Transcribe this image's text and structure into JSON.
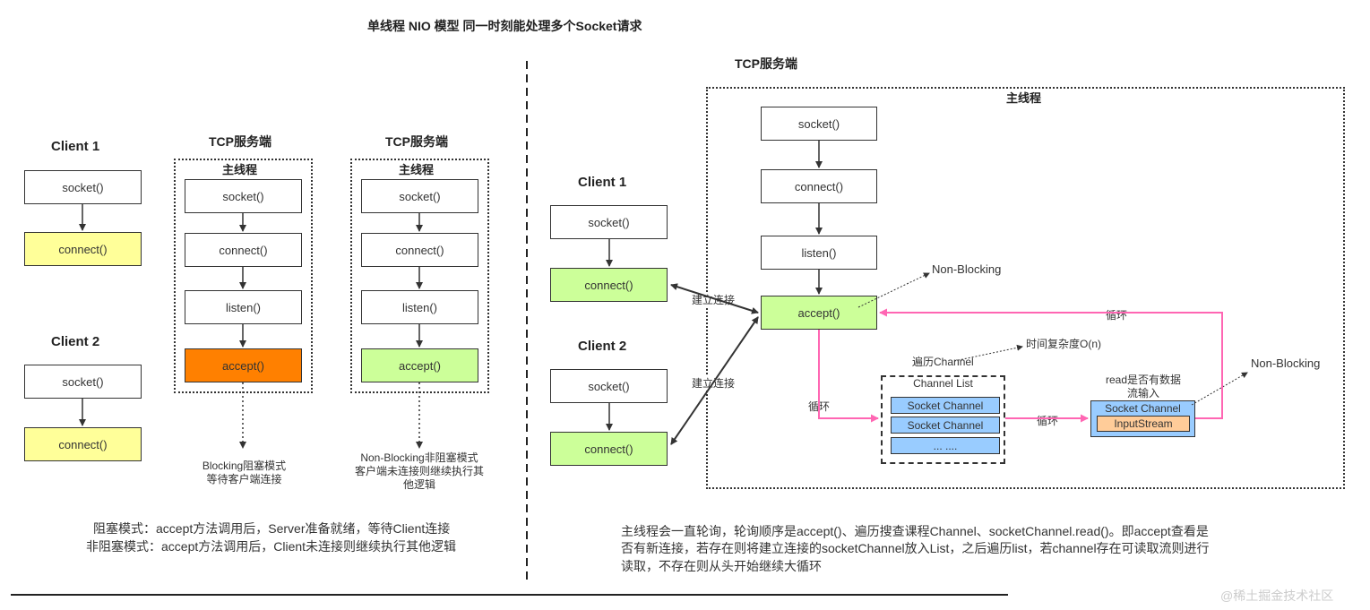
{
  "page_title": "单线程 NIO 模型 同一时刻能处理多个Socket请求",
  "left": {
    "client1_title": "Client 1",
    "client2_title": "Client 2",
    "client_boxes": [
      "socket()",
      "connect()"
    ],
    "server_a_title": "TCP服务端",
    "server_b_title": "TCP服务端",
    "main_thread": "主线程",
    "server_boxes": [
      "socket()",
      "connect()",
      "listen()",
      "accept()"
    ],
    "blocking_note_1": "Blocking阻塞模式",
    "blocking_note_2": "等待客户端连接",
    "nonblocking_note_1": "Non-Blocking非阻塞模式",
    "nonblocking_note_2": "客户端未连接则继续执行其",
    "nonblocking_note_3": "他逻辑",
    "desc_1": "阻塞模式：accept方法调用后，Server准备就绪，等待Client连接",
    "desc_2": "非阻塞模式：accept方法调用后，Client未连接则继续执行其他逻辑"
  },
  "right": {
    "server_title": "TCP服务端",
    "main_thread": "主线程",
    "client1_title": "Client 1",
    "client2_title": "Client 2",
    "client_boxes": [
      "socket()",
      "connect()"
    ],
    "server_boxes": [
      "socket()",
      "connect()",
      "listen()",
      "accept()"
    ],
    "establish": "建立连接",
    "non_blocking": "Non-Blocking",
    "loop": "循环",
    "iterate_channel": "遍历Channel",
    "complexity": "时间复杂度O(n)",
    "channel_list": "Channel List",
    "channel_items": [
      "Socket Channel",
      "Socket Channel",
      "... ...."
    ],
    "read_check_1": "read是否有数据",
    "read_check_2": "流输入",
    "socket_channel": "Socket Channel",
    "input_stream": "InputStream",
    "desc_1": "主线程会一直轮询，轮询顺序是accept()、遍历搜查课程Channel、socketChannel.read()。即accept查看是",
    "desc_2": "否有新连接，若存在则将建立连接的socketChannel放入List，之后遍历list，若channel存在可读取流则进行",
    "desc_3": "读取，不存在则从头开始继续大循环"
  },
  "watermark": "@稀土掘金技术社区",
  "colors": {
    "yellow": "#ffff99",
    "green": "#ccff99",
    "orange": "#ff8000",
    "blue": "#99ccff",
    "peach": "#ffcc99",
    "pink": "#ff66b3"
  }
}
